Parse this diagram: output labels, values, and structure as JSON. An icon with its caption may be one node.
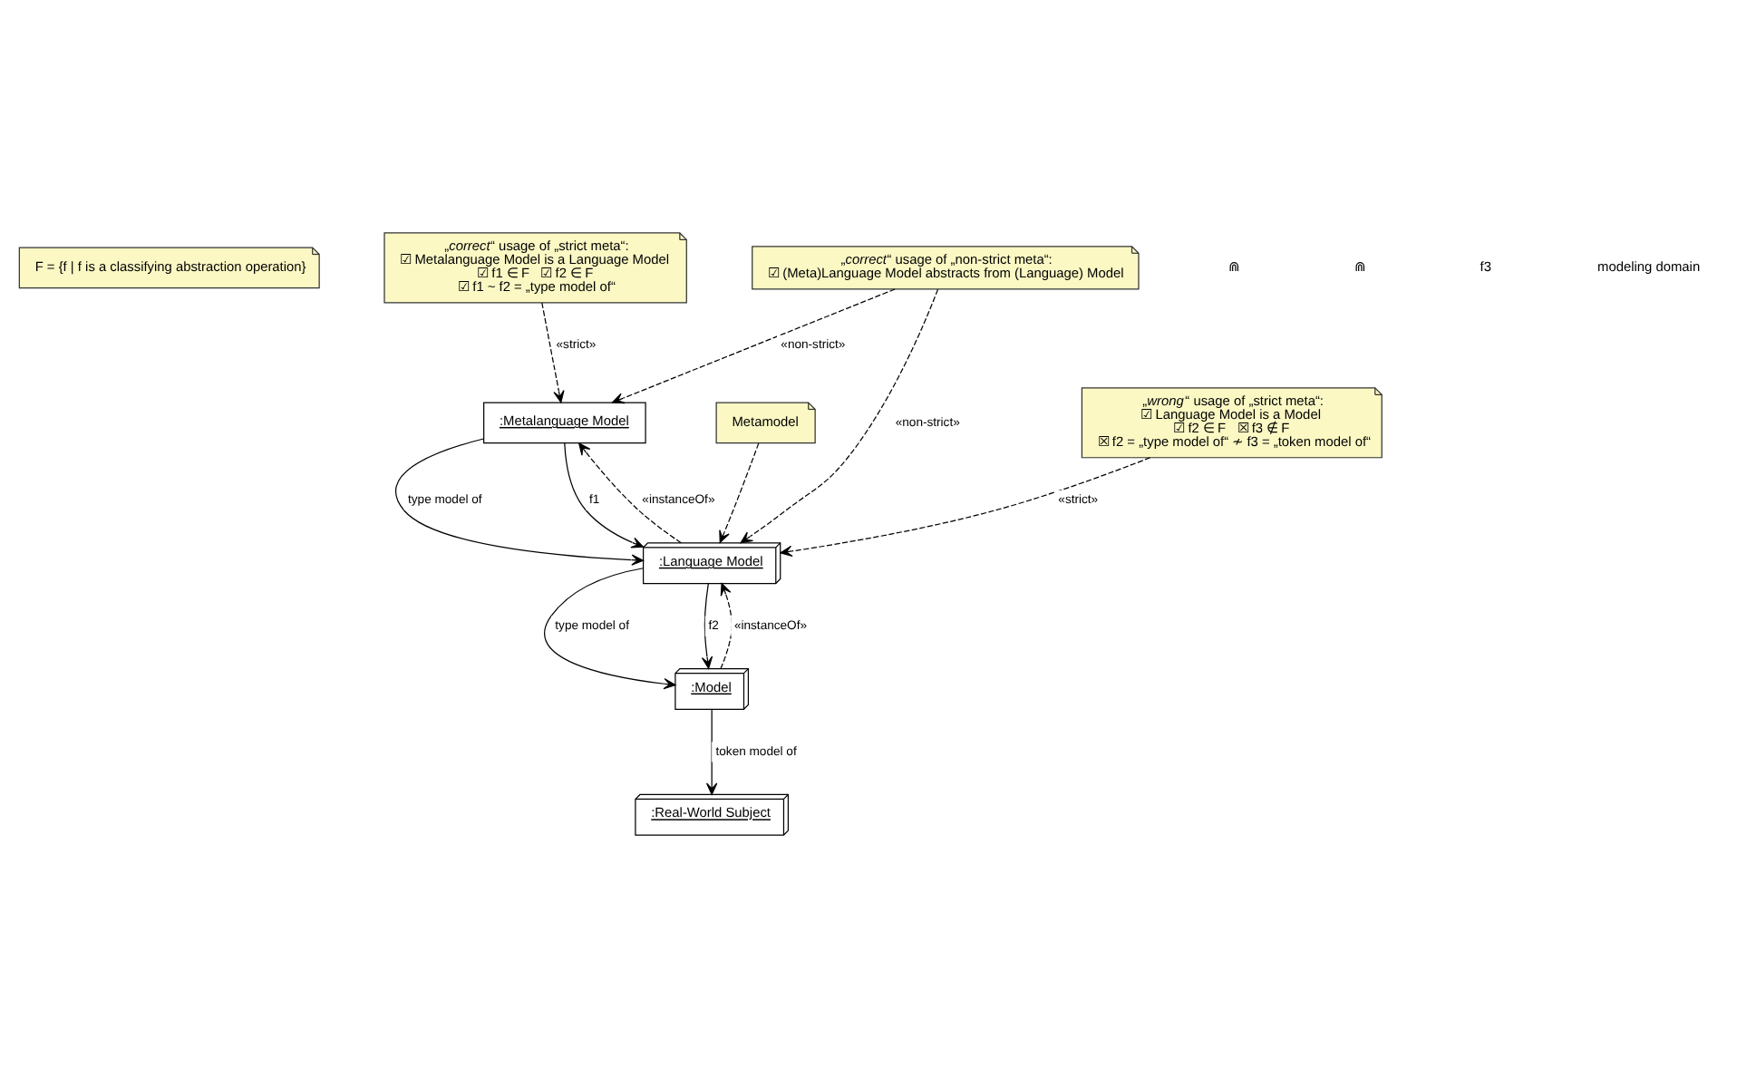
{
  "diagram": {
    "nodes": [
      {
        "text": [
          "F = {f | f is a classifying abstraction operation}"
        ]
      },
      {
        "text": [
          "„*correct*“ usage of „strict meta“:",
          "☑ Metalanguage Model is a Language Model",
          "☑ f1 ∈ F   ☑ f2 ∈ F",
          "☑ f1 ~ f2 = „type model of“"
        ]
      },
      {
        "text": [
          ":Metalanguage Model"
        ]
      },
      {
        "text": [
          ":Language Model"
        ]
      },
      {
        "text": [
          ":Model"
        ]
      },
      {
        "text": [
          ":Real-World Subject"
        ]
      },
      {
        "text": [
          "Metamodel"
        ]
      },
      {
        "text": [
          "„*correct*“ usage of „non-strict meta“:",
          "☑ (Meta)Language Model abstracts from (Language) Model"
        ]
      },
      {
        "text": [
          "„*wrong*“ usage of „strict meta“:",
          "☑ Language Model is a Model",
          "☑ f2 ∈ F   ☒ f3 ∉ F",
          "☒ f2 = „type model of“ ≁ f3 = „token model of“"
        ]
      }
    ],
    "edges": [
      {
        "from": 2,
        "to": 3,
        "arrow": "to",
        "label": "type model of"
      },
      {
        "from": 3,
        "to": 4,
        "arrow": "to",
        "label": "type model of"
      },
      {
        "from": 3,
        "to": 2,
        "arrow": "to",
        "label": "«instanceOf»",
        "style": "dashed"
      },
      {
        "from": 2,
        "to": 3,
        "arrow": "to",
        "label": "f1"
      },
      {
        "from": 4,
        "to": 3,
        "arrow": "to",
        "label": "«instanceOf»",
        "style": "dashed"
      },
      {
        "from": 3,
        "to": 4,
        "arrow": "to",
        "label": "f2"
      },
      {
        "from": 4,
        "to": 5,
        "arrow": "to",
        "label": "token model of"
      },
      {
        "from": 1,
        "to": 2,
        "arrow": "to",
        "label": "«strict»",
        "style": "dashed"
      },
      {
        "from": 6,
        "to": 3,
        "arrow": "to",
        "style": "dashed"
      },
      {
        "from": 7,
        "to": 2,
        "arrow": "to",
        "label": "«non-strict»",
        "style": "dashed"
      },
      {
        "from": 7,
        "to": 3,
        "arrow": "to",
        "label": "«non-strict»",
        "style": "dashed"
      },
      {
        "from": 8,
        "to": 3,
        "arrow": "to",
        "label": "«strict»",
        "style": "dashed"
      }
    ],
    "labels": [
      "⋒",
      "⋒",
      "f3",
      "modeling domain"
    ]
  }
}
